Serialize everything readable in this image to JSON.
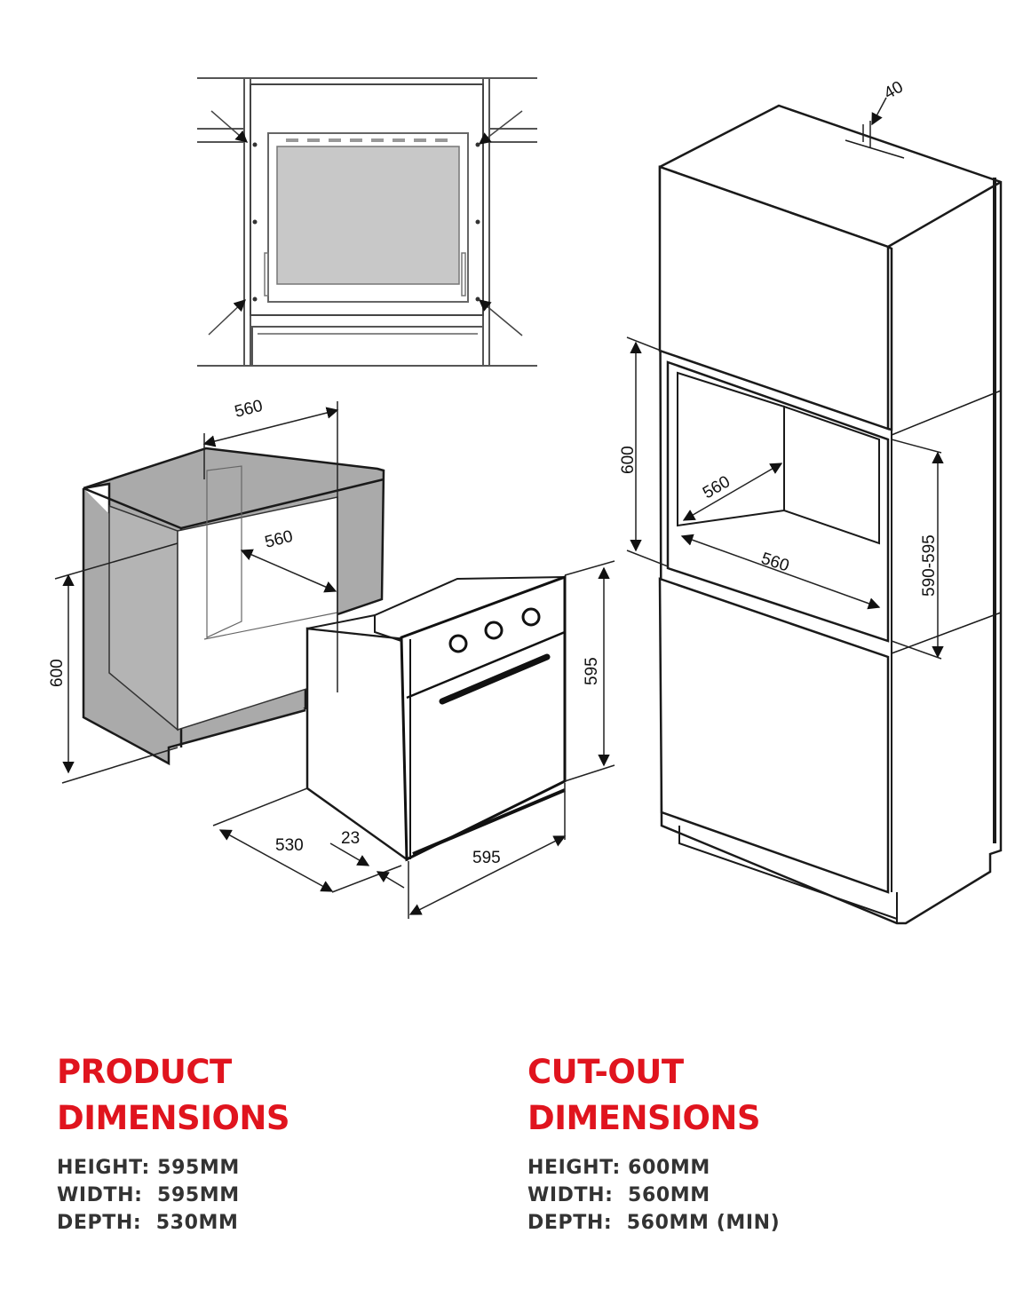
{
  "diagram": {
    "front_view": {},
    "product_view": {
      "labels": {
        "top_width": "560",
        "inner_width": "560",
        "cavity_height": "600",
        "oven_height": "595",
        "oven_width": "595",
        "depth": "530",
        "front_thickness": "23"
      }
    },
    "cabinet_view": {
      "labels": {
        "top_offset": "40",
        "cutout_height": "600",
        "cutout_depth": "560",
        "cutout_width": "560",
        "cutout_range": "590-595"
      }
    }
  },
  "product": {
    "heading_line1": "PRODUCT",
    "heading_line2": "DIMENSIONS",
    "specs": [
      {
        "text": "HEIGHT: 595MM"
      },
      {
        "text": "WIDTH:  595MM"
      },
      {
        "text": "DEPTH:  530MM"
      }
    ]
  },
  "cutout": {
    "heading_line1": "CUT-OUT",
    "heading_line2": "DIMENSIONS",
    "specs": [
      {
        "text": "HEIGHT: 600MM"
      },
      {
        "text": "WIDTH:  560MM"
      },
      {
        "text": "DEPTH:  560MM (MIN)"
      }
    ]
  },
  "colors": {
    "heading": "#e0141e",
    "text": "#333333",
    "line": "#1a1a1a",
    "shade": "#aaaaaa",
    "cavity": "#c8c8c8"
  }
}
